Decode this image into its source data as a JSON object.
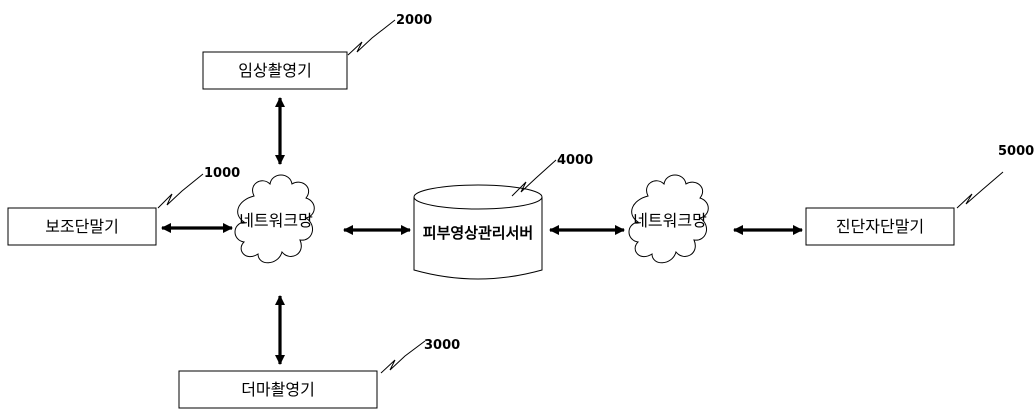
{
  "diagram": {
    "nodes": {
      "clinical_camera": {
        "label": "임상촬영기",
        "ref": "2000"
      },
      "aux_terminal": {
        "label": "보조단말기",
        "ref": "1000"
      },
      "network_left": {
        "label": "네트워크망"
      },
      "server": {
        "label": "피부영상관리서버",
        "ref": "4000"
      },
      "network_right": {
        "label": "네트워크망"
      },
      "diagnostic_terminal": {
        "label": "진단자단말기",
        "ref": "5000"
      },
      "dermo_camera": {
        "label": "더마촬영기",
        "ref": "3000"
      }
    }
  }
}
